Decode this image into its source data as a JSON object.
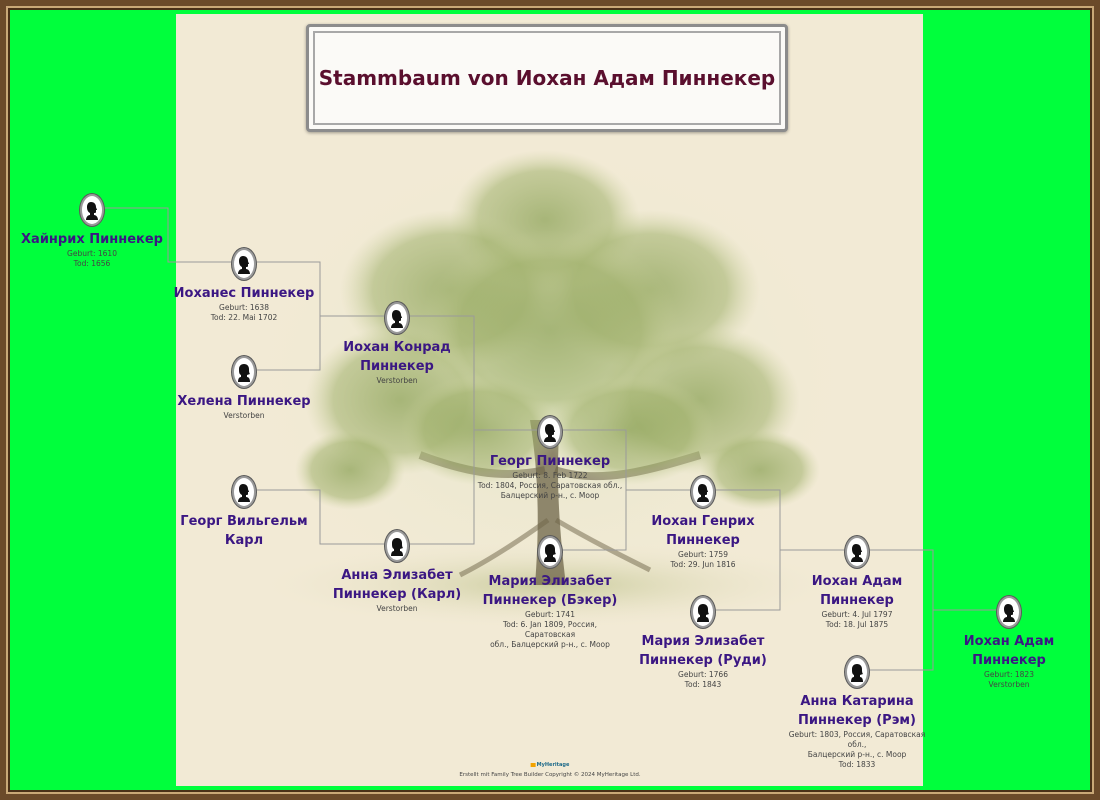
{
  "title": "Stammbaum von Иохан Адам Пиннекер",
  "persons": [
    {
      "name": "Хайнрих Пиннекер",
      "info": [
        "Geburt: 1610",
        "Tod: 1656"
      ]
    },
    {
      "name": "Иоханес Пиннекер",
      "info": [
        "Geburt: 1638",
        "Tod: 22. Mai 1702"
      ]
    },
    {
      "name": "Иохан Конрад Пиннекер",
      "info": [
        "Verstorben"
      ]
    },
    {
      "name": "Хелена Пиннекер",
      "info": [
        "Verstorben"
      ]
    },
    {
      "name": "Георг Пиннекер",
      "info": [
        "Geburt: 8. Feb 1722",
        "Tod: 1804, Россия, Саратовская обл.,",
        "Балцерский р-н., с. Моор"
      ]
    },
    {
      "name": "Георг Вильгельм Карл",
      "info": []
    },
    {
      "name": "Анна Элизабет Пиннекер (Карл)",
      "info": [
        "Verstorben"
      ]
    },
    {
      "name": "Мария Элизабет Пиннекер (Бэкер)",
      "info": [
        "Geburt: 1741",
        "Tod: 6. Jan 1809, Россия, Саратовская",
        "обл., Балцерский р-н., с. Моор"
      ]
    },
    {
      "name": "Иохан Генрих Пиннекер",
      "info": [
        "Geburt: 1759",
        "Tod: 29. Jun 1816"
      ]
    },
    {
      "name": "Мария Элизабет Пиннекер (Руди)",
      "info": [
        "Geburt: 1766",
        "Tod: 1843"
      ]
    },
    {
      "name": "Иохан Адам Пиннекер",
      "info": [
        "Geburt: 4. Jul 1797",
        "Tod: 18. Jul 1875"
      ]
    },
    {
      "name": "Анна Катарина Пиннекер (Рэм)",
      "info": [
        "Geburt: 1803, Россия, Саратовская обл.,",
        "Балцерский р-н., с. Моор",
        "Tod: 1833"
      ]
    },
    {
      "name": "Иохан Адам Пиннекер",
      "info": [
        "Geburt: 1823",
        "Verstorben"
      ]
    }
  ],
  "logo": "MyHeritage",
  "footer": "Erstellt mit Family Tree Builder Copyright © 2024 MyHeritage Ltd.",
  "colors": {
    "background": "#00ff3c",
    "paper": "#f2ead5",
    "title": "#5a0f2e",
    "name": "#3b1783",
    "connector": "#9a9a9a"
  }
}
